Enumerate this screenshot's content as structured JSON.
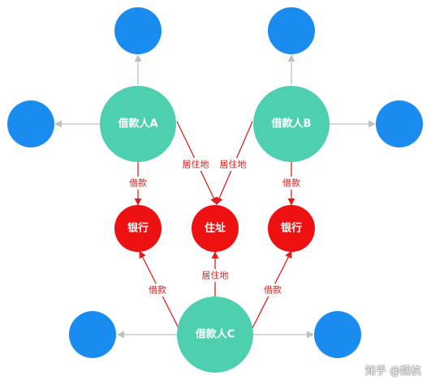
{
  "colors": {
    "borrower": "#4dcfb0",
    "entity": "#ee1111",
    "leaf": "#1a8cef",
    "gray_edge": "#c0c0c0",
    "red_edge": "#e02020",
    "edge_label": "#d42020"
  },
  "nodes": {
    "borrower_a": {
      "label": "借款人A"
    },
    "borrower_b": {
      "label": "借款人B"
    },
    "borrower_c": {
      "label": "借款人C"
    },
    "bank_left": {
      "label": "银行"
    },
    "address": {
      "label": "住址"
    },
    "bank_right": {
      "label": "银行"
    }
  },
  "edge_labels": {
    "a_to_bank": "借款",
    "a_to_address": "居住地",
    "b_to_address": "居住地",
    "b_to_bank": "借款",
    "c_to_bank_left": "借款",
    "c_to_address": "居住地",
    "c_to_bank_right": "借款"
  },
  "watermark": "知乎 @魏杭"
}
